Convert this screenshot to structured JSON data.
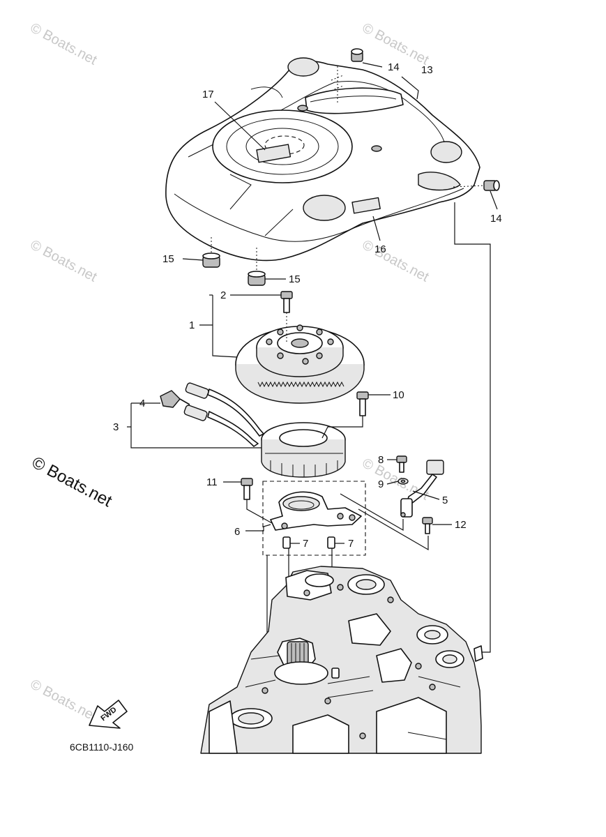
{
  "callouts": {
    "c1": "1",
    "c2": "2",
    "c3": "3",
    "c4": "4",
    "c5": "5",
    "c6": "6",
    "c7a": "7",
    "c7b": "7",
    "c8": "8",
    "c9": "9",
    "c10": "10",
    "c11": "11",
    "c12": "12",
    "c13": "13",
    "c14a": "14",
    "c14b": "14",
    "c15a": "15",
    "c15b": "15",
    "c16": "16",
    "c17": "17"
  },
  "diagram_code": "6CB1110-J160",
  "fwd_label": "FWD",
  "watermark": {
    "small": "© Boats.net",
    "large": "© Boats.net"
  },
  "icons": {
    "fwd": "fwd-arrow-icon"
  }
}
